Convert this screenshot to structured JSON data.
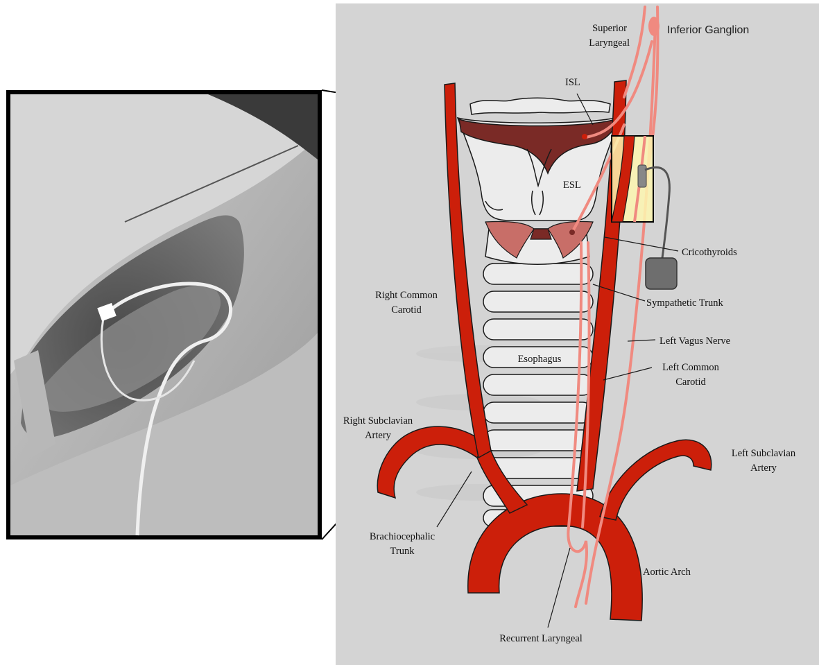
{
  "colors": {
    "panel_bg": "#d4d4d4",
    "artery": "#cc1f0a",
    "artery_edge": "#1a1a1a",
    "nerve": "#f08a80",
    "cartilage_fill": "#ececec",
    "thyroid_muscle": "#7a2a26",
    "cricothyroid": "#c86e68",
    "highlight_box": "#fdf6b0",
    "electrode": "#6e6e6e",
    "photo_frame": "#000000"
  },
  "labels": {
    "inferior_ganglion": "Inferior Ganglion",
    "superior_laryngeal": [
      "Superior",
      "Laryngeal"
    ],
    "isl": "ISL",
    "esl": "ESL",
    "cricothyroids": "Cricothyroids",
    "right_common_carotid": [
      "Right Common",
      "Carotid"
    ],
    "sympathetic_trunk": "Sympathetic Trunk",
    "left_vagus_nerve": "Left Vagus Nerve",
    "esophagus": "Esophagus",
    "left_common_carotid": [
      "Left Common",
      "Carotid"
    ],
    "right_subclavian_artery": [
      "Right Subclavian",
      "Artery"
    ],
    "left_subclavian_artery": [
      "Left Subclavian",
      "Artery"
    ],
    "brachiocephalic_trunk": [
      "Brachiocephalic",
      "Trunk"
    ],
    "aortic_arch": "Aortic Arch",
    "recurrent_laryngeal": "Recurrent Laryngeal"
  },
  "icons": {
    "photo": "surgical-photo-image",
    "electrode": "electrode-pad-icon"
  }
}
